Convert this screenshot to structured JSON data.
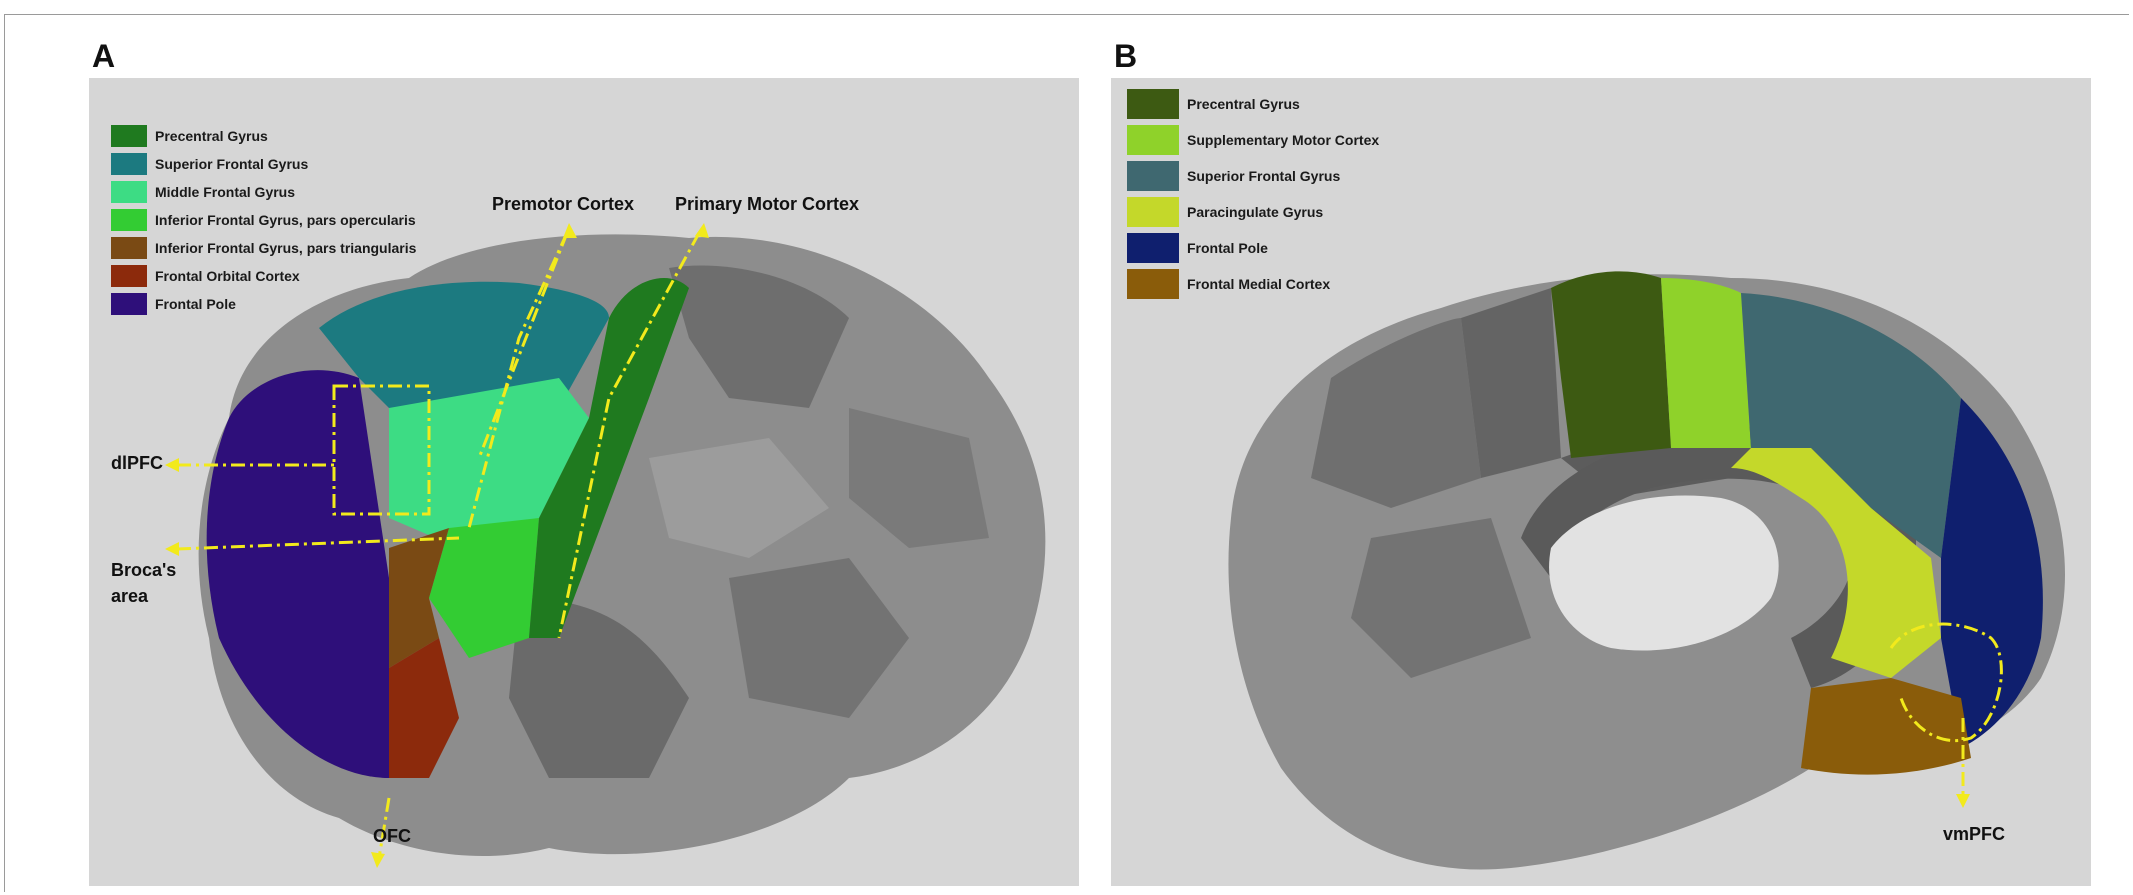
{
  "panels": {
    "a": {
      "letter": "A",
      "legend": [
        {
          "label": "Precentral Gyrus",
          "color": "#1f7a1f"
        },
        {
          "label": "Superior Frontal Gyrus",
          "color": "#1c7a80"
        },
        {
          "label": "Middle Frontal Gyrus",
          "color": "#3ddc84"
        },
        {
          "label": "Inferior Frontal Gyrus, pars opercularis",
          "color": "#33cc33"
        },
        {
          "label": "Inferior Frontal Gyrus, pars triangularis",
          "color": "#7a4a14"
        },
        {
          "label": "Frontal Orbital Cortex",
          "color": "#8c2a0c"
        },
        {
          "label": "Frontal Pole",
          "color": "#2e0f7a"
        }
      ],
      "callouts": {
        "premotor": "Premotor Cortex",
        "primary_motor": "Primary Motor Cortex",
        "dlpfc": "dlPFC",
        "broca_line1": "Broca's",
        "broca_line2": "area",
        "ofc": "OFC"
      }
    },
    "b": {
      "letter": "B",
      "legend": [
        {
          "label": "Precentral Gyrus",
          "color": "#3d5a12"
        },
        {
          "label": "Supplementary Motor Cortex",
          "color": "#8fd22a"
        },
        {
          "label": "Superior Frontal Gyrus",
          "color": "#3f6870"
        },
        {
          "label": "Paracingulate Gyrus",
          "color": "#c4d82a"
        },
        {
          "label": "Frontal Pole",
          "color": "#0f1f6e"
        },
        {
          "label": "Frontal Medial Cortex",
          "color": "#8a5c0a"
        }
      ],
      "callouts": {
        "vmpfc": "vmPFC"
      }
    },
    "annotation_color": "#f2ea1c"
  }
}
